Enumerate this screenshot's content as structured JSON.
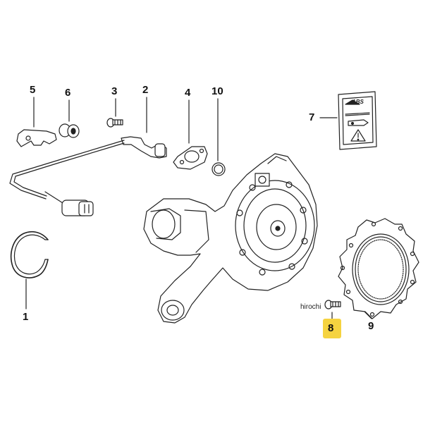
{
  "diagram": {
    "highlight_color": "#f5d340",
    "line_color": "#222222",
    "parts": [
      {
        "id": "1",
        "label": "1",
        "name": "retaining-ring"
      },
      {
        "id": "2",
        "label": "2",
        "name": "abs-sensor"
      },
      {
        "id": "3",
        "label": "3",
        "name": "screw"
      },
      {
        "id": "4",
        "label": "4",
        "name": "gasket"
      },
      {
        "id": "5",
        "label": "5",
        "name": "clip"
      },
      {
        "id": "6",
        "label": "6",
        "name": "grommet"
      },
      {
        "id": "7",
        "label": "7",
        "name": "abs-plate"
      },
      {
        "id": "8",
        "label": "8",
        "name": "screw",
        "highlighted": true
      },
      {
        "id": "9",
        "label": "9",
        "name": "pulse-ring"
      },
      {
        "id": "10",
        "label": "10",
        "name": "o-ring"
      }
    ],
    "abs_plate_text": "ABS",
    "watermark": "hirochi"
  }
}
